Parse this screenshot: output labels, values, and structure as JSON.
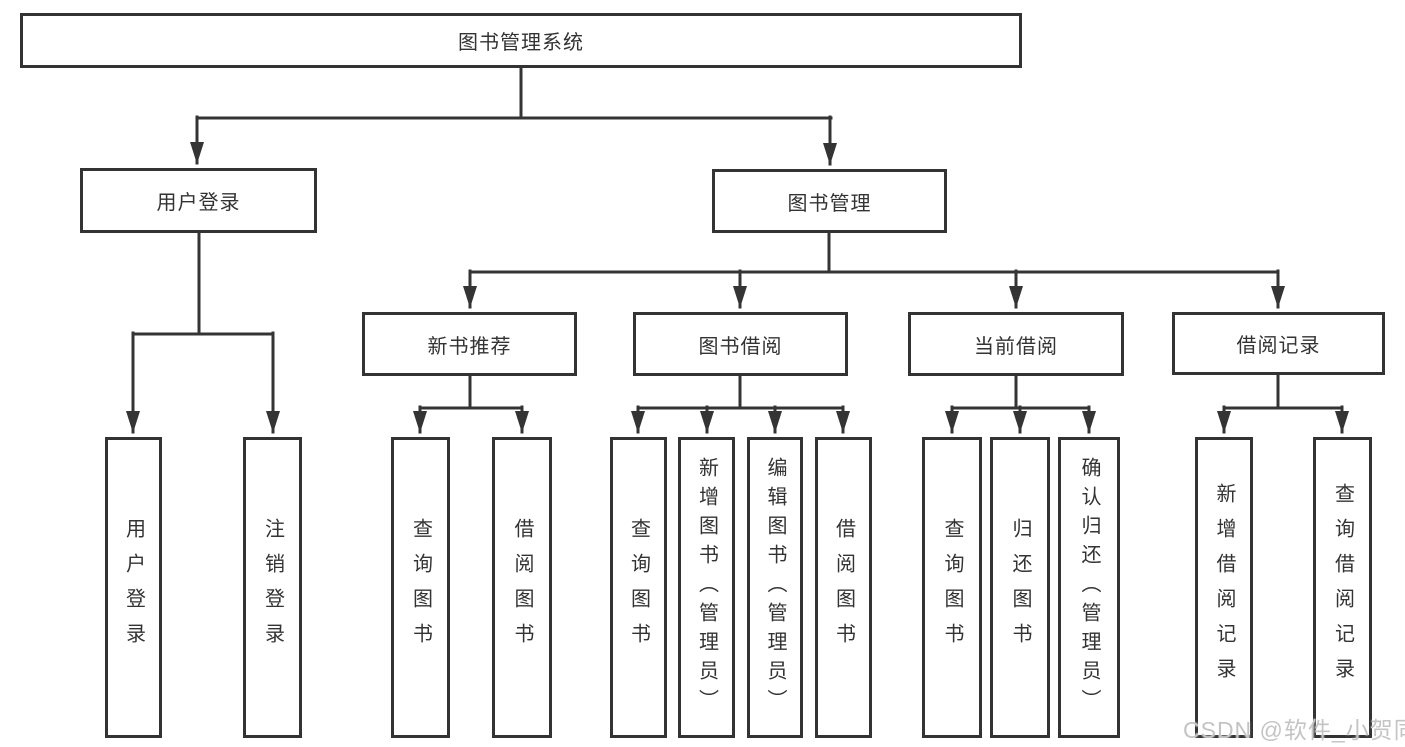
{
  "nodes": {
    "root": {
      "label": "图书管理系统"
    },
    "user_login": {
      "label": "用户登录"
    },
    "book_mgmt": {
      "label": "图书管理"
    },
    "new_book_rec": {
      "label": "新书推荐"
    },
    "book_borrow": {
      "label": "图书借阅"
    },
    "current_borrow": {
      "label": "当前借阅"
    },
    "borrow_records": {
      "label": "借阅记录"
    },
    "leaf_user_login": {
      "label": "用户登录"
    },
    "leaf_logout": {
      "label": "注销登录"
    },
    "leaf_query_book_1": {
      "label": "查询图书"
    },
    "leaf_borrow_book_1": {
      "label": "借阅图书"
    },
    "leaf_query_book_2": {
      "label": "查询图书"
    },
    "leaf_add_book": {
      "label": "新增图书（管理员）"
    },
    "leaf_edit_book": {
      "label": "编辑图书（管理员）"
    },
    "leaf_borrow_book_2": {
      "label": "借阅图书"
    },
    "leaf_query_book_3": {
      "label": "查询图书"
    },
    "leaf_return_book": {
      "label": "归还图书"
    },
    "leaf_confirm_return": {
      "label": "确认归还（管理员）"
    },
    "leaf_add_record": {
      "label": "新增借阅记录"
    },
    "leaf_query_record": {
      "label": "查询借阅记录"
    }
  },
  "tree": {
    "图书管理系统": {
      "用户登录": [
        "用户登录",
        "注销登录"
      ],
      "图书管理": {
        "新书推荐": [
          "查询图书",
          "借阅图书"
        ],
        "图书借阅": [
          "查询图书",
          "新增图书（管理员）",
          "编辑图书（管理员）",
          "借阅图书"
        ],
        "当前借阅": [
          "查询图书",
          "归还图书",
          "确认归还（管理员）"
        ],
        "借阅记录": [
          "新增借阅记录",
          "查询借阅记录"
        ]
      }
    }
  },
  "watermark": {
    "text": "CSDN @软件_小贺同学"
  },
  "colors": {
    "line": "#343434",
    "box_border": "#333333",
    "text": "#333333",
    "background": "#ffffff",
    "watermark": "#c4c4c4"
  }
}
